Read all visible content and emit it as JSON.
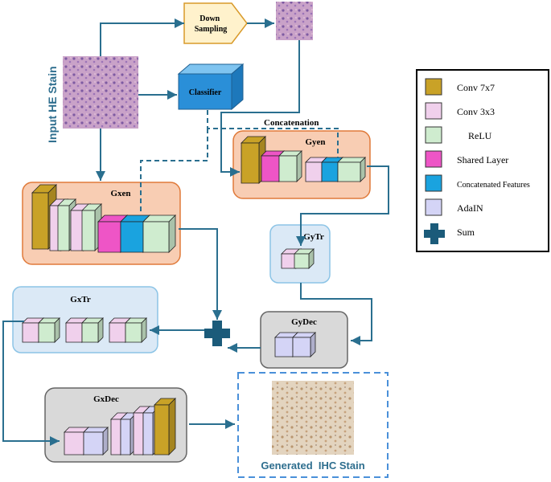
{
  "input_label": "Input HE Stain",
  "downsampling_label": "Down\nSampling",
  "classifier_label": "Classifier",
  "concatenation_label": "Concatenation",
  "blocks": {
    "gyen": "Gyen",
    "gxen": "Gxen",
    "gytr": "GyTr",
    "gxtr": "GxTr",
    "gydec": "GyDec",
    "gxdec": "GxDec"
  },
  "output_label": "Generated  IHC Stain",
  "legend": [
    {
      "label": "Conv 7x7",
      "color": "#c9a227"
    },
    {
      "label": "Conv 3x3",
      "color": "#f0d0ec"
    },
    {
      "label": "ReLU",
      "color": "#cfeccf"
    },
    {
      "label": "Shared Layer",
      "color": "#ee55c6"
    },
    {
      "label": "Concatenated Features",
      "color": "#1aa3df"
    },
    {
      "label": "AdaIN",
      "color": "#d4d4f6"
    },
    {
      "label": "Sum",
      "color": "#1b5b7a"
    }
  ],
  "colors": {
    "arrow": "#2a6f8f",
    "encoder_fill": "#f8cdb3",
    "encoder_border": "#e07a3a",
    "tr_fill": "#dbe9f6",
    "tr_border": "#8cc4e6",
    "dec_fill": "#d9d9d9",
    "dec_border": "#666666",
    "classifier": "#2a8fd8",
    "downsampling_fill": "#fff2cc",
    "downsampling_border": "#d99a2a",
    "output_border": "#4a90d9",
    "label_teal": "#2e6e8e"
  }
}
